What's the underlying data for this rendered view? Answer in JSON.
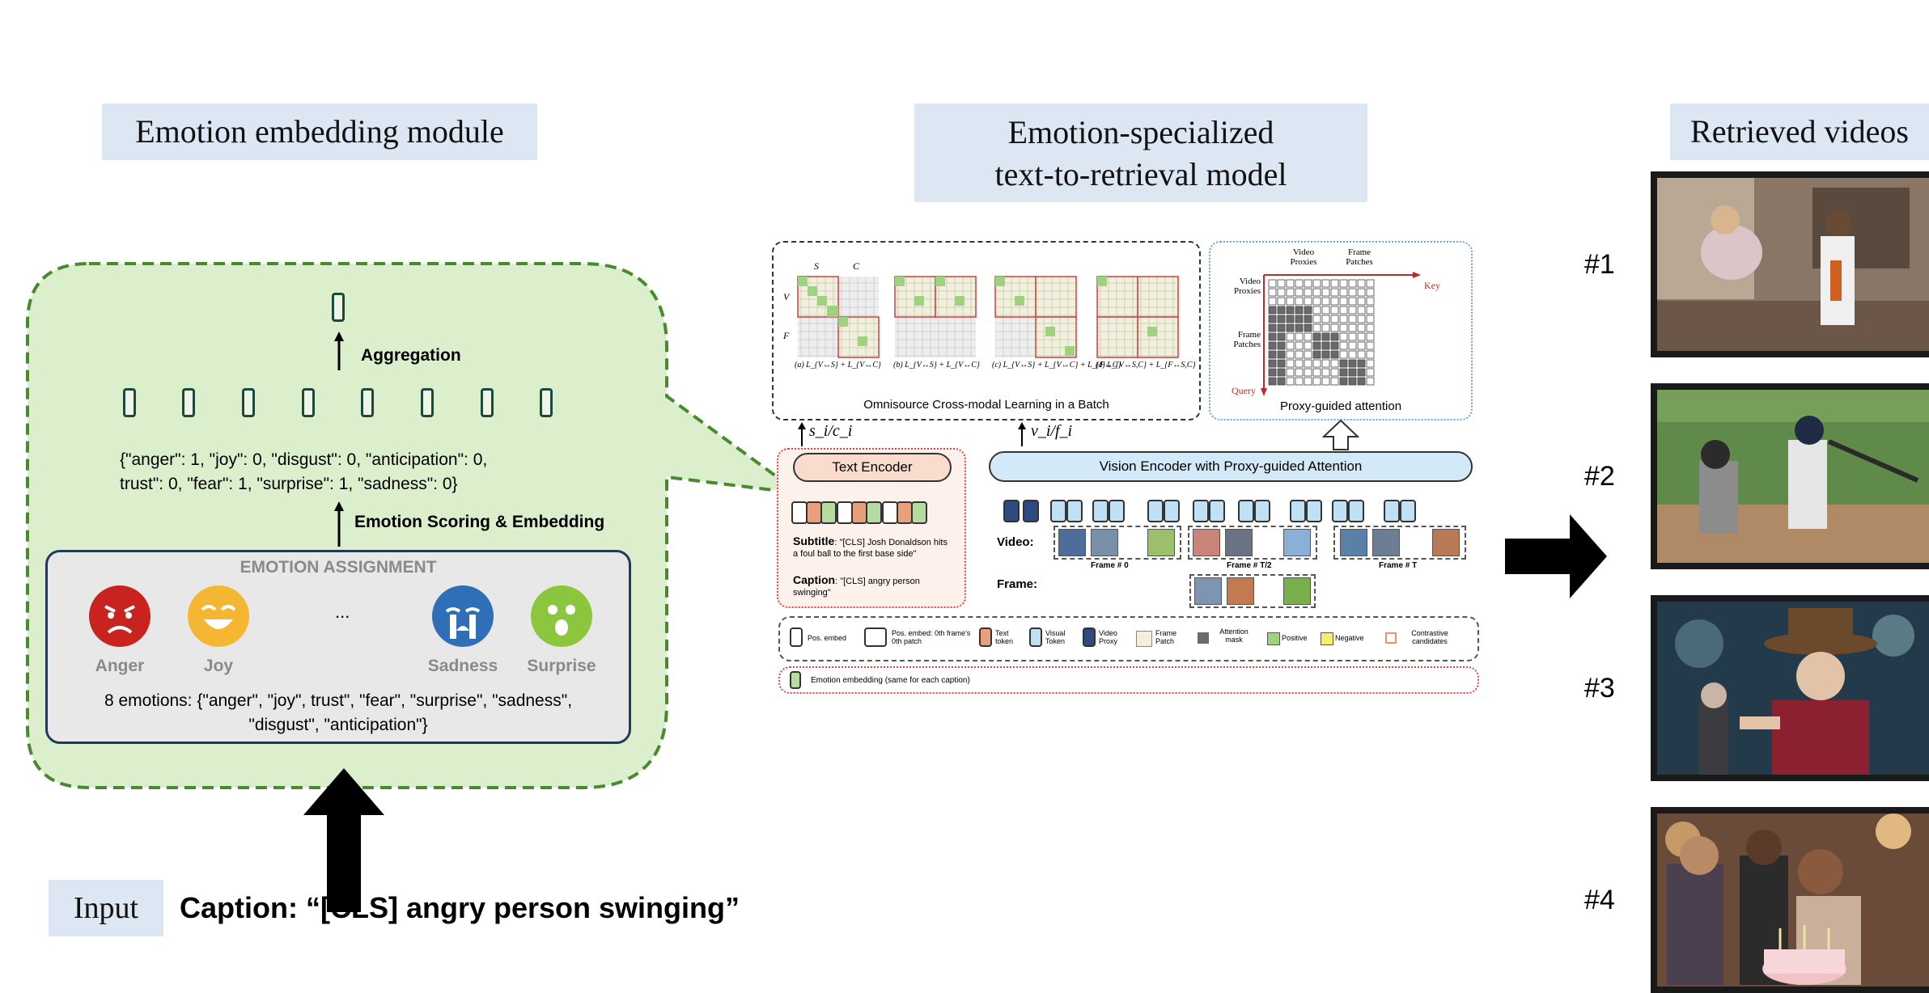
{
  "sections": {
    "embedding": "Emotion embedding module",
    "retrieval_line1": "Emotion-specialized",
    "retrieval_line2": "text-to-retrieval model",
    "retrieved": "Retrieved videos"
  },
  "embedding_module": {
    "aggregation_label": "Aggregation",
    "vector_text_line1": "{\"anger\": 1, \"joy\": 0, \"disgust\": 0, \"anticipation\": 0,",
    "vector_text_line2": "trust\": 0, \"fear\": 1, \"surprise\": 1, \"sadness\": 0}",
    "scoring_label": "Emotion Scoring & Embedding",
    "assignment_title": "EMOTION ASSIGNMENT",
    "ellipsis": "...",
    "faces": [
      {
        "label": "Anger",
        "color": "#c8231f"
      },
      {
        "label": "Joy",
        "color": "#f5b731"
      },
      {
        "label": "Sadness",
        "color": "#2f6fb7"
      },
      {
        "label": "Surprise",
        "color": "#8cc63f"
      }
    ],
    "emotions_line1": "8 emotions: {\"anger\", \"joy\", trust\", \"fear\", \"surprise\", \"sadness\",",
    "emotions_line2": "\"disgust\", \"anticipation\"}"
  },
  "input": {
    "label": "Input",
    "caption": "Caption: “[CLS] angry person swinging”"
  },
  "model": {
    "omni": {
      "s_label": "S",
      "c_label": "C",
      "v_label": "V",
      "f_label": "F",
      "sub_a": "(a) L_{V↔S} + L_{V↔C}",
      "sub_b": "(b) L_{V↔S} + L_{V↔C}",
      "sub_c": "(c) L_{V↔S} + L_{V↔C} + L_{F↔C}",
      "sub_d": "(d) L_{V↔S,C} + L_{F↔S,C}",
      "title": "Omnisource Cross-modal Learning in a Batch"
    },
    "proxy": {
      "video_proxies_top": "Video Proxies",
      "frame_patches_top": "Frame Patches",
      "video_proxies_left": "Video Proxies",
      "frame_patches_left": "Frame Patches",
      "key": "Key",
      "query": "Query",
      "title": "Proxy-guided attention"
    },
    "text_side_label": "s_i/c_i",
    "vision_side_label": "v_i/f_i",
    "text_encoder": "Text Encoder",
    "vision_encoder": "Vision Encoder with Proxy-guided Attention",
    "subtitle_label": "Subtitle",
    "subtitle_text": ": \"[CLS] Josh Donaldson hits a foul ball to the first base side\"",
    "caption_label": "Caption",
    "caption_text": ": \"[CLS] angry person swinging\"",
    "video_row": "Video:",
    "frame_row": "Frame:",
    "frame0": "Frame # 0",
    "frameT2": "Frame # T/2",
    "frameT": "Frame # T",
    "legend": {
      "pos": "Pos. embed",
      "pos2": "Pos. embed: 0th frame's 0th patch",
      "text": "Text token",
      "visual": "Visual Token",
      "proxy": "Video Proxy",
      "patch": "Frame Patch",
      "mask": "Attention mask",
      "positive": "Positive",
      "negative": "Negative",
      "contrastive": "Contrastive candidates",
      "emotion": "Emotion embedding (same for each caption)"
    }
  },
  "retrieved": {
    "ranks": [
      "#1",
      "#2",
      "#3",
      "#4"
    ]
  },
  "colors": {
    "title_bg": "#dde7f3",
    "green_bubble": "#dcefcc",
    "green_border": "#4a8a2e",
    "encoder_text": "#f9dccb",
    "encoder_vision": "#d3e9f7"
  }
}
